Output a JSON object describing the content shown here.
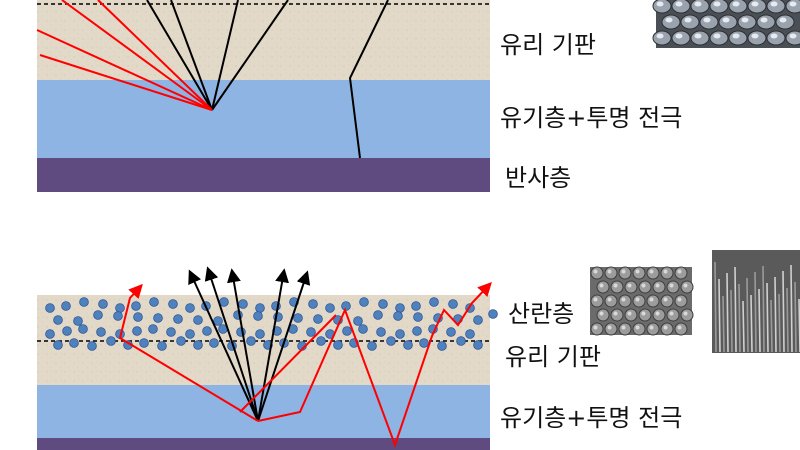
{
  "labels": {
    "top_substrate": "유리 기판",
    "top_organic": "유기층+투명 전극",
    "top_reflect": "반사층",
    "bottom_scatter": "산란층",
    "bottom_substrate": "유리 기판",
    "bottom_organic": "유기층+투명 전극"
  },
  "colors": {
    "glass": "#e2d9c8",
    "organic": "#8eb4e3",
    "reflector": "#5f4b7f",
    "ray_escape": "#000000",
    "ray_trapped": "#ff0000",
    "particle": "#4f81bd",
    "particle_edge": "#2f5597"
  },
  "images": [
    "microlens-array-sem-photo",
    "scattering-particles-sem-photo",
    "nanorod-array-sem-photo"
  ]
}
